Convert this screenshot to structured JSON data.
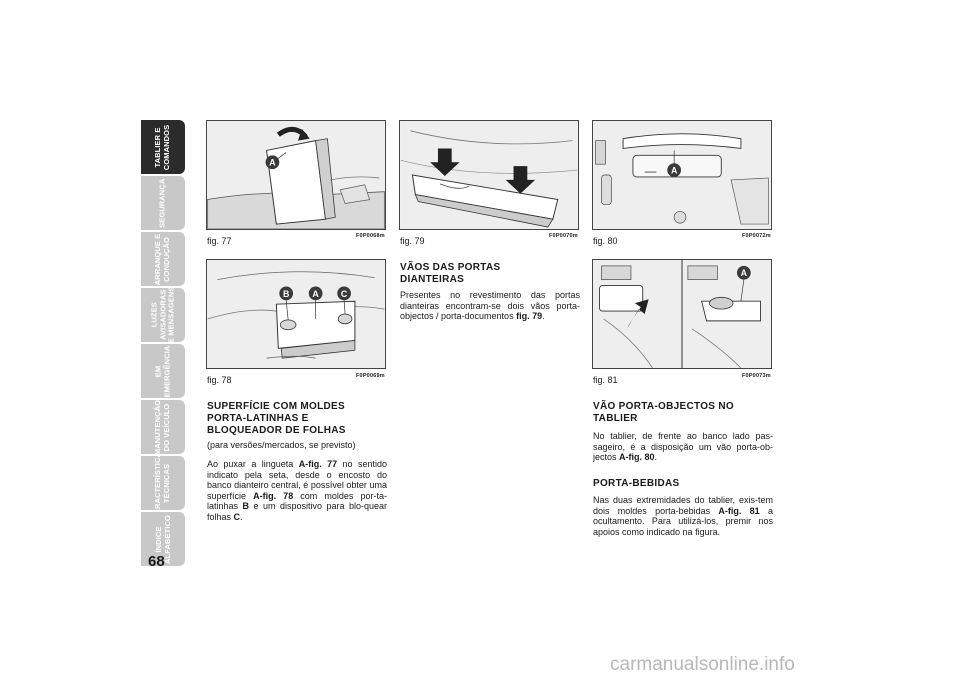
{
  "sidebar": {
    "tabs": [
      {
        "label": "TABLIER E\nCOMANDOS",
        "active": true
      },
      {
        "label": "SEGURANÇA",
        "active": false
      },
      {
        "label": "ARRANQUE E\nCONDUÇÃO",
        "active": false
      },
      {
        "label": "LUZES\nAVISADORAS\nE MENSAGENS",
        "active": false
      },
      {
        "label": "EM\nEMERGÊNCIA",
        "active": false
      },
      {
        "label": "MANUTENÇÃO\nDO VEÍCULO",
        "active": false
      },
      {
        "label": "CARACTERÍSTICAS\nTÉCNICAS",
        "active": false
      },
      {
        "label": "ÍNDICE\nALFABÉTICO",
        "active": false
      }
    ]
  },
  "page_number": "68",
  "figures": {
    "fig77": {
      "caption": "fig. 77",
      "code": "F0P0068m",
      "labels": [
        "A"
      ]
    },
    "fig78": {
      "caption": "fig. 78",
      "code": "F0P0069m",
      "labels": [
        "B",
        "A",
        "C"
      ]
    },
    "fig79": {
      "caption": "fig. 79",
      "code": "F0P0070m"
    },
    "fig80": {
      "caption": "fig. 80",
      "code": "F0P0072m",
      "labels": [
        "A"
      ]
    },
    "fig81": {
      "caption": "fig. 81",
      "code": "F0P0073m",
      "labels": [
        "A"
      ]
    }
  },
  "sections": {
    "s1": {
      "heading": "SUPERFÍCIE COM MOLDES\nPORTA-LATINHAS E\nBLOQUEADOR DE FOLHAS",
      "note": "(para versões/mercados, se previsto)",
      "p1": "Ao puxar a lingueta ",
      "ref1": "A-fig. 77",
      "p2": " no sentido indicato pela seta, desde o encosto do banco dianteiro central, é possível obter uma superfície ",
      "ref2": "A-fig. 78",
      "p3": " com moldes por-ta-latinhas ",
      "ref3": "B",
      "p4": " e um dispositivo para blo-quear folhas ",
      "ref4": "C",
      "p5": "."
    },
    "s2": {
      "heading": "VÃOS DAS PORTAS\nDIANTEIRAS",
      "p1": "Presentes no revestimento das portas dianteiras encontram-se dois vãos porta-objectos / porta-documentos ",
      "ref1": "fig. 79",
      "p2": "."
    },
    "s3": {
      "heading": "VÃO PORTA-OBJECTOS NO\nTABLIER",
      "p1": "No tablier, de frente ao banco lado pas-sageiro, é a disposição um vão porta-ob-jectos ",
      "ref1": "A-fig. 80",
      "p2": "."
    },
    "s4": {
      "heading": "PORTA-BEBIDAS",
      "p1": "Nas duas extremidades do tablier, exis-tem dois moldes porta-bebidas ",
      "ref1": "A-fig. 81",
      "p2": " a ocultamento. Para utilizá-los, premir nos apoios como indicado na figura."
    }
  },
  "watermark": "carmanualsonline.info",
  "colors": {
    "tab_active": "#2b2b2b",
    "tab_inactive": "#c8c8c8",
    "label_circle": "#3a3a3a"
  }
}
